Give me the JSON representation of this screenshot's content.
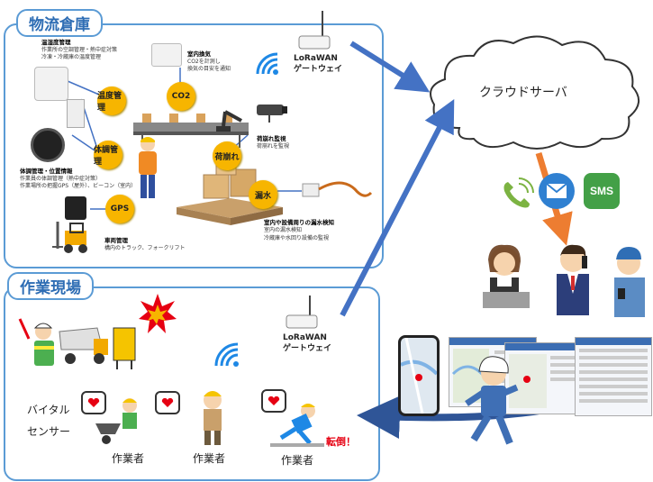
{
  "warehouse": {
    "title": "物流倉庫",
    "nodes": {
      "temp": "温度管理",
      "co2": "CO2",
      "body_temp": "体調管理",
      "cargo_collapse": "荷崩れ",
      "gps": "GPS",
      "leak": "漏水"
    },
    "notes": {
      "temp_title": "温湿度管理",
      "temp_l1": "作業所の空調管理・熱中症対策",
      "temp_l2": "冷凍・冷蔵庫の温度管理",
      "co2_title": "室内換気",
      "co2_l1": "CO2を計測し",
      "co2_l2": "換気の目安を通知",
      "cargo_title": "荷崩れ監視",
      "cargo_l1": "荷崩れを監視",
      "health_title": "体調管理・位置情報",
      "health_l1": "作業員の体調管理（熱中症対策）",
      "health_l2": "作業場所の把握GPS（屋外）、ビーコン（室内）",
      "vehicle_title": "車両管理",
      "vehicle_l1": "構内のトラック、フォークリフト",
      "leak_title": "室内や設備周りの漏水検知",
      "leak_l1": "室内の漏水検知",
      "leak_l2": "冷蔵庫や水回り設備の監視"
    },
    "gateway_l1": "LoRaWAN",
    "gateway_l2": "ゲートウェイ"
  },
  "site": {
    "title": "作業現場",
    "gateway_l1": "LoRaWAN",
    "gateway_l2": "ゲートウェイ",
    "vital_l1": "バイタル",
    "vital_l2": "センサー",
    "worker_label": "作業者",
    "fall_label": "転倒！"
  },
  "cloud": {
    "label": "クラウドサーバ"
  },
  "notify": {
    "sms": "SMS"
  },
  "colors": {
    "panel_border": "#5b9bd5",
    "arrow_blue": "#4472c4",
    "arrow_orange": "#ed7d31",
    "node_yellow": "#f7b500",
    "alert_red": "#e60012"
  }
}
